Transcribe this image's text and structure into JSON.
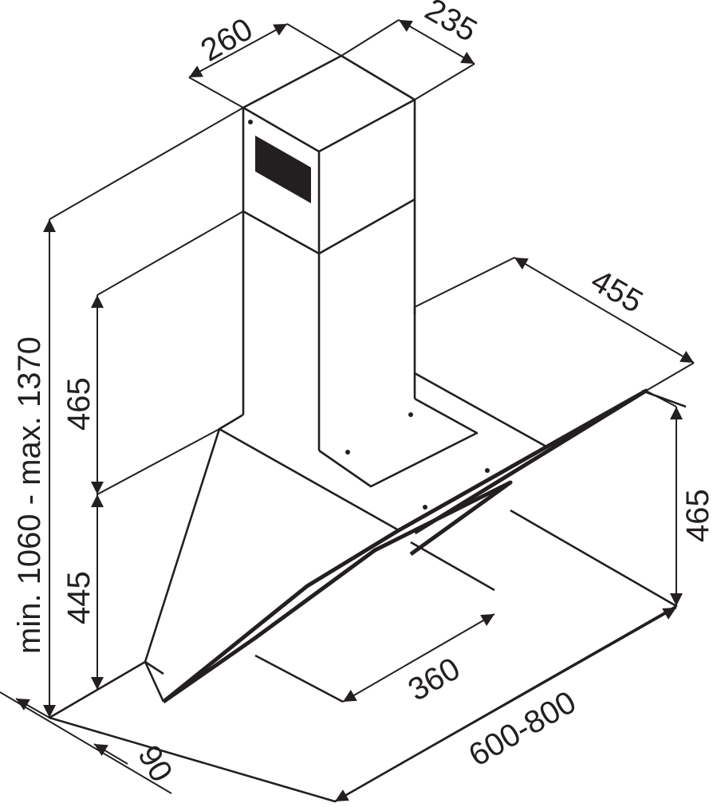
{
  "diagram": {
    "title": "Range hood dimension drawing",
    "line_color": "#231f20",
    "dimensions": {
      "chimney_width": "260",
      "chimney_depth": "235",
      "total_height": "min. 1060 - max. 1370",
      "upper_chimney_height": "465",
      "lower_height": "445",
      "hood_depth": "455",
      "glass_height": "465",
      "inner_depth": "360",
      "width": "600-800",
      "front_depth": "90"
    }
  }
}
